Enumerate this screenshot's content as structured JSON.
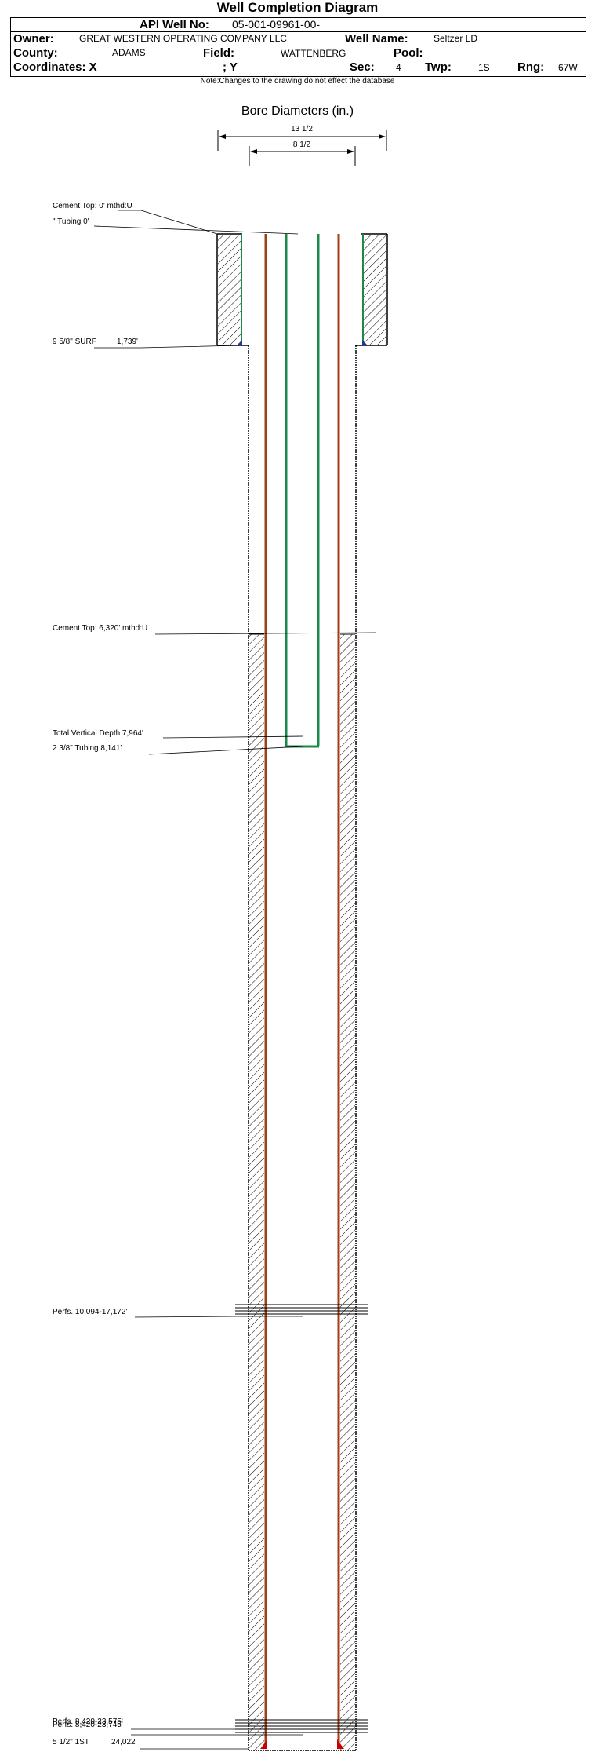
{
  "header": {
    "title": "Well Completion Diagram",
    "api_label": "API Well No:",
    "api_value": "05-001-09961-00-",
    "owner_label": "Owner:",
    "owner_value": "GREAT WESTERN OPERATING COMPANY LLC",
    "well_name_label": "Well Name:",
    "well_name_value": "Seltzer LD",
    "county_label": "County:",
    "county_value": "ADAMS",
    "field_label": "Field:",
    "field_value": "WATTENBERG",
    "pool_label": "Pool:",
    "pool_value": "",
    "coords_label": "Coordinates: X",
    "coords_y_label": "; Y",
    "sec_label": "Sec:",
    "sec_value": "4",
    "twp_label": "Twp:",
    "twp_value": "1S",
    "rng_label": "Rng:",
    "rng_value": "67W"
  },
  "note": "Note:Changes to the drawing do not effect the database",
  "bore": {
    "title": "Bore Diameters (in.)",
    "diameters": [
      "13 1/2",
      "8 1/2"
    ]
  },
  "annotations": {
    "cement_top_1": "Cement Top: 0' mthd:U",
    "tubing_0": "\" Tubing 0'",
    "surf_casing_name": "9 5/8\" SURF",
    "surf_casing_depth": "1,739'",
    "cement_top_2": "Cement Top: 6,320' mthd:U",
    "tvd": "Total Vertical Depth 7,964'",
    "tubing_2": "2 3/8\" Tubing 8,141'",
    "perfs_1": "Perfs. 10,094-17,172'",
    "perfs_2": "Perfs. 8,420-23,575'",
    "perfs_3": "Perfs. 8,420-23,745'",
    "prod_casing_name": "5 1/2\" 1ST",
    "prod_casing_depth": "24,022'"
  },
  "colors": {
    "production_casing": "#a0401a",
    "tubing": "#1a8a4a",
    "cement_hatch": "#000000",
    "shoe_surface": "#1a3aa0",
    "shoe_production": "#cc0000"
  }
}
